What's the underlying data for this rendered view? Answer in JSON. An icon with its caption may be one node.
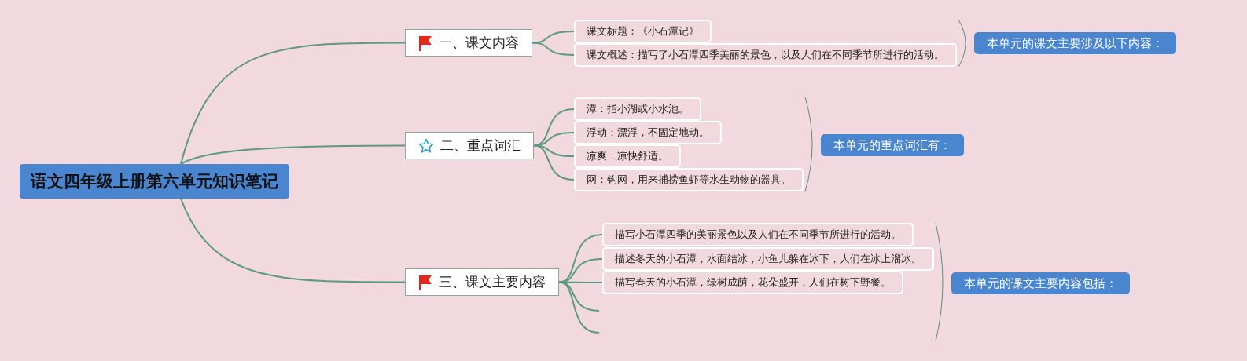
{
  "diagram": {
    "nodes": [
      {
        "text": [
          "语文四年级上册第六单元知识笔记"
        ]
      },
      {
        "text": [
          "一、课文内容"
        ]
      },
      {
        "text": [
          "课文标题：《小石潭记》"
        ]
      },
      {
        "text": [
          "课文概述：描写了小石潭四季美丽的景色，以及人们在不同季节所进行的活动。"
        ]
      },
      {
        "text": [
          "本单元的课文主要涉及以下内容："
        ]
      },
      {
        "text": [
          "二、重点词汇"
        ]
      },
      {
        "text": [
          "潭：指小湖或小水池。"
        ]
      },
      {
        "text": [
          "浮动：漂浮，不固定地动。"
        ]
      },
      {
        "text": [
          "凉爽：凉快舒适。"
        ]
      },
      {
        "text": [
          "网：钩网，用来捕捞鱼虾等水生动物的器具。"
        ]
      },
      {
        "text": [
          "本单元的重点词汇有："
        ]
      },
      {
        "text": [
          "三、课文主要内容"
        ]
      },
      {
        "text": [
          "描写小石潭四季的美丽景色以及人们在不同季节所进行的活动。"
        ]
      },
      {
        "text": [
          "描述冬天的小石潭，水面结冰，小鱼儿躲在冰下，人们在冰上溜冰。"
        ]
      },
      {
        "text": [
          "描写春天的小石潭，绿树成荫，花朵盛开，人们在树下野餐。"
        ]
      },
      {
        "text": [
          "本单元的课文主要内容包括："
        ]
      }
    ],
    "edges": [
      {
        "from": 0,
        "to": 1,
        "arrow": "none"
      },
      {
        "from": 0,
        "to": 5,
        "arrow": "none"
      },
      {
        "from": 0,
        "to": 11,
        "arrow": "none"
      },
      {
        "from": 1,
        "to": 2,
        "arrow": "none"
      },
      {
        "from": 1,
        "to": 3,
        "arrow": "none"
      },
      {
        "from": 5,
        "to": 6,
        "arrow": "none"
      },
      {
        "from": 5,
        "to": 7,
        "arrow": "none"
      },
      {
        "from": 5,
        "to": 8,
        "arrow": "none"
      },
      {
        "from": 5,
        "to": 9,
        "arrow": "none"
      },
      {
        "from": 11,
        "to": 12,
        "arrow": "none"
      },
      {
        "from": 11,
        "to": 13,
        "arrow": "none"
      },
      {
        "from": 11,
        "to": 14,
        "arrow": "none"
      },
      {
        "from": 11,
        "to": null,
        "arrow": "none"
      },
      {
        "from": 11,
        "to": null,
        "arrow": "none"
      }
    ]
  }
}
